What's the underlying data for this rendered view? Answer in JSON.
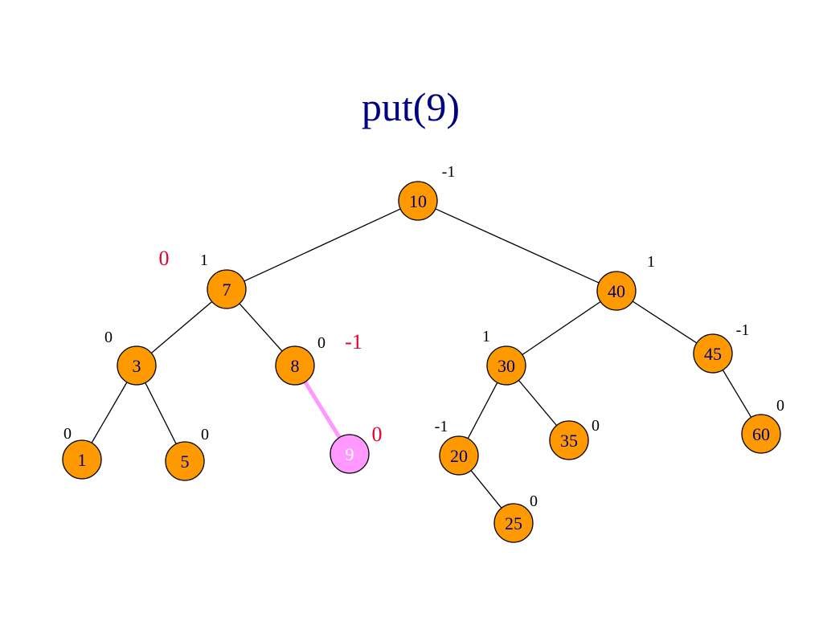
{
  "title": "put(9)",
  "colors": {
    "title": "#000080",
    "node_fill": "#FF9900",
    "node_text": "#000080",
    "new_node_fill": "#FF99FF",
    "new_node_text": "#FFFFFF",
    "new_edge": "#FF99FF",
    "edge": "#000000",
    "balance": "#000000",
    "updated_balance": "#E8002A"
  },
  "nodes": [
    {
      "id": "n10",
      "label": "10",
      "balance": "-1"
    },
    {
      "id": "n7",
      "label": "7",
      "balance": "1",
      "updated_balance": "0"
    },
    {
      "id": "n40",
      "label": "40",
      "balance": "1"
    },
    {
      "id": "n3",
      "label": "3",
      "balance": "0"
    },
    {
      "id": "n8",
      "label": "8",
      "balance": "0",
      "updated_balance": "-1"
    },
    {
      "id": "n30",
      "label": "30",
      "balance": "1"
    },
    {
      "id": "n45",
      "label": "45",
      "balance": "-1"
    },
    {
      "id": "n1",
      "label": "1",
      "balance": "0"
    },
    {
      "id": "n5",
      "label": "5",
      "balance": "0"
    },
    {
      "id": "n9",
      "label": "9",
      "new": true,
      "updated_balance": "0"
    },
    {
      "id": "n20",
      "label": "20",
      "balance": "-1"
    },
    {
      "id": "n35",
      "label": "35",
      "balance": "0"
    },
    {
      "id": "n60",
      "label": "60",
      "balance": "0"
    },
    {
      "id": "n25",
      "label": "25",
      "balance": "0"
    }
  ],
  "edges": [
    {
      "from": "n10",
      "to": "n7"
    },
    {
      "from": "n10",
      "to": "n40"
    },
    {
      "from": "n7",
      "to": "n3"
    },
    {
      "from": "n7",
      "to": "n8"
    },
    {
      "from": "n3",
      "to": "n1"
    },
    {
      "from": "n3",
      "to": "n5"
    },
    {
      "from": "n8",
      "to": "n9",
      "new": true
    },
    {
      "from": "n40",
      "to": "n30"
    },
    {
      "from": "n40",
      "to": "n45"
    },
    {
      "from": "n30",
      "to": "n20"
    },
    {
      "from": "n30",
      "to": "n35"
    },
    {
      "from": "n45",
      "to": "n60"
    },
    {
      "from": "n20",
      "to": "n25"
    }
  ]
}
